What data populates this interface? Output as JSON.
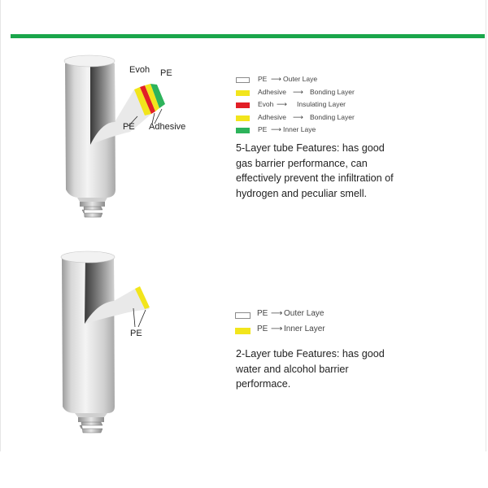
{
  "colors": {
    "accent_bar": "#1aa64b",
    "white": "#ffffff",
    "yellow": "#f2e51c",
    "red": "#e21f26",
    "green": "#2db35b"
  },
  "five_layer": {
    "callouts": {
      "evoh": "Evoh",
      "pe_top": "PE",
      "pe_left": "PE",
      "adhesive": "Adhesive"
    },
    "legend": [
      {
        "name": "PE",
        "role": "Outer Laye",
        "color": "white"
      },
      {
        "name": "Adhesive",
        "role": "Bonding Layer",
        "color": "yellow"
      },
      {
        "name": "Evoh",
        "role": "Insulating Layer",
        "color": "red"
      },
      {
        "name": "Adhesive",
        "role": "Bonding Layer",
        "color": "yellow"
      },
      {
        "name": "PE",
        "role": "Inner Laye",
        "color": "green"
      }
    ],
    "feature_lines": [
      "5-Layer tube Features: has good",
      "gas barrier performance, can",
      "effectively prevent the infiltration of",
      "hydrogen and peculiar smell."
    ]
  },
  "two_layer": {
    "callouts": {
      "pe": "PE"
    },
    "legend": [
      {
        "name": "PE",
        "role": "Outer Laye",
        "color": "white"
      },
      {
        "name": "PE",
        "role": "Inner Layer",
        "color": "yellow"
      }
    ],
    "feature_lines": [
      "2-Layer tube Features: has good",
      "water and alcohol barrier",
      "performace."
    ]
  },
  "arrow_glyph": "⟶"
}
